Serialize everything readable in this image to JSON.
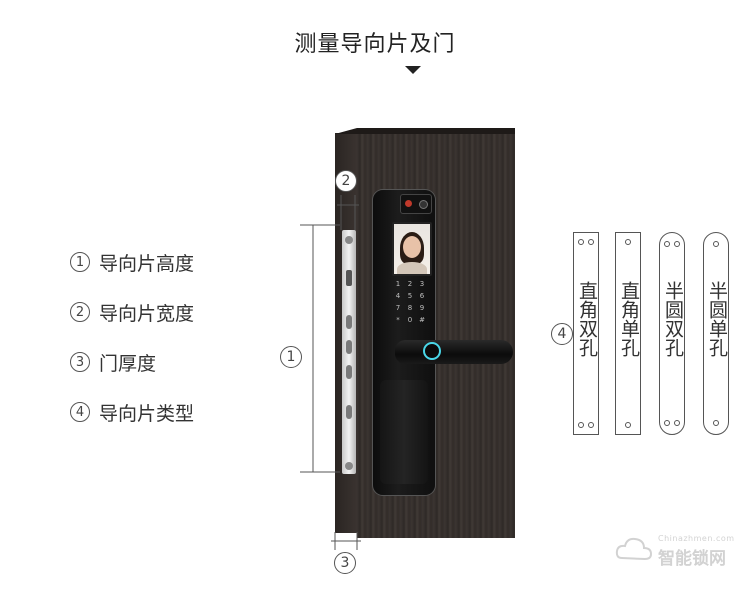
{
  "title": "测量导向片及门",
  "legend": [
    {
      "num": "1",
      "label": "导向片高度"
    },
    {
      "num": "2",
      "label": "导向片宽度"
    },
    {
      "num": "3",
      "label": "门厚度"
    },
    {
      "num": "4",
      "label": "导向片类型"
    }
  ],
  "markers": {
    "height": "1",
    "width": "2",
    "thickness": "3",
    "type": "4"
  },
  "guide_types": [
    {
      "label": "直角双孔",
      "shape": "square",
      "holes": "double"
    },
    {
      "label": "直角单孔",
      "shape": "square",
      "holes": "single"
    },
    {
      "label": "半圆双孔",
      "shape": "round",
      "holes": "double"
    },
    {
      "label": "半圆单孔",
      "shape": "round",
      "holes": "single"
    }
  ],
  "keypad": [
    "1",
    "2",
    "3",
    "4",
    "5",
    "6",
    "7",
    "8",
    "9",
    "*",
    "0",
    "#"
  ],
  "watermark": {
    "small": "Chinazhmen.com",
    "big": "智能锁网"
  },
  "colors": {
    "door": "#3a3431",
    "lock": "#111111",
    "fingerprint_ring": "#4ad7e8",
    "line": "#555555"
  }
}
